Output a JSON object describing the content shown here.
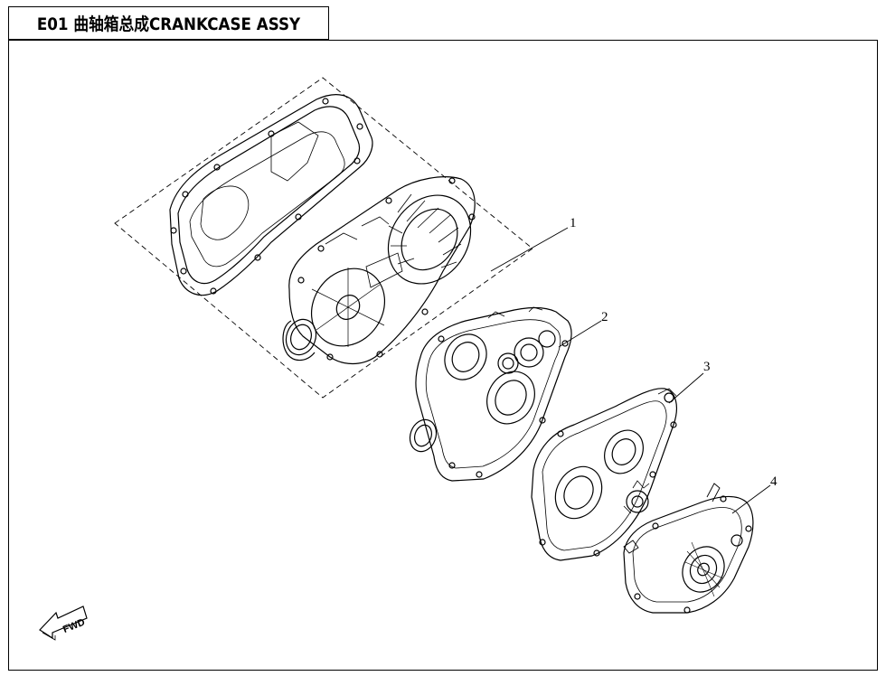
{
  "header": {
    "title": "E01 曲轴箱总成CRANKCASE ASSY"
  },
  "callouts": [
    "1",
    "2",
    "3",
    "4"
  ],
  "direction_marker": {
    "label": "FWD",
    "icon": "forward-arrow-icon"
  }
}
